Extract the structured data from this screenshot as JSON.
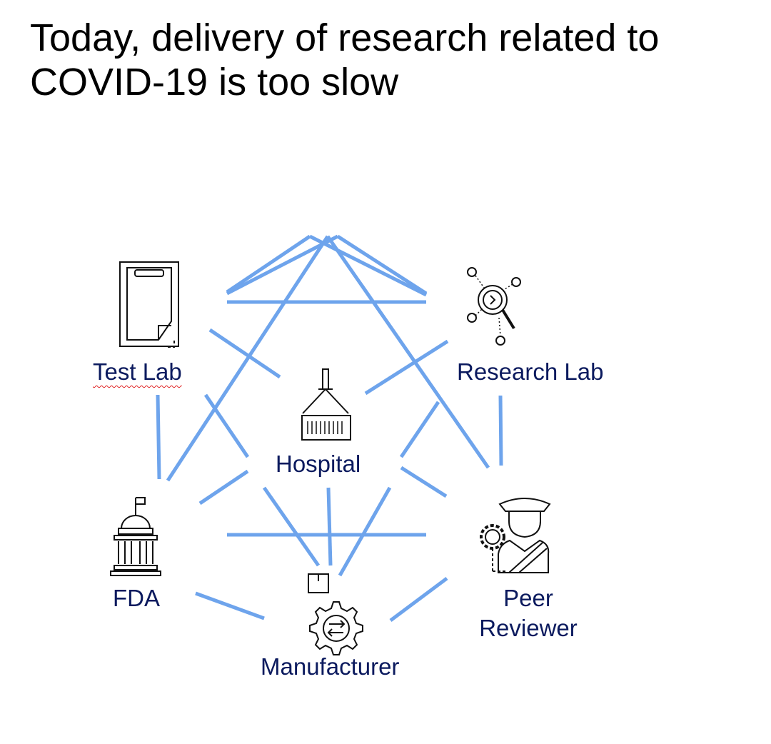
{
  "title": {
    "line1": "Today, delivery of research related to",
    "line2": "COVID-19 is too slow"
  },
  "nodes": {
    "test_lab": {
      "label": "Test Lab",
      "icon": "clipboard-icon"
    },
    "research_lab": {
      "label": "Research Lab",
      "icon": "magnifier-network-icon"
    },
    "hospital": {
      "label": "Hospital",
      "icon": "shipping-container-icon"
    },
    "fda": {
      "label": "FDA",
      "icon": "government-building-icon"
    },
    "peer_reviewer": {
      "label_line1": "Peer",
      "label_line2": "Reviewer",
      "icon": "officer-with-gear-icon"
    },
    "manufacturer": {
      "label": "Manufacturer",
      "icon": "gear-exchange-icon"
    }
  },
  "colors": {
    "connector": "#6ea4ec",
    "label_text": "#0b1a5e",
    "title_text": "#000000"
  }
}
